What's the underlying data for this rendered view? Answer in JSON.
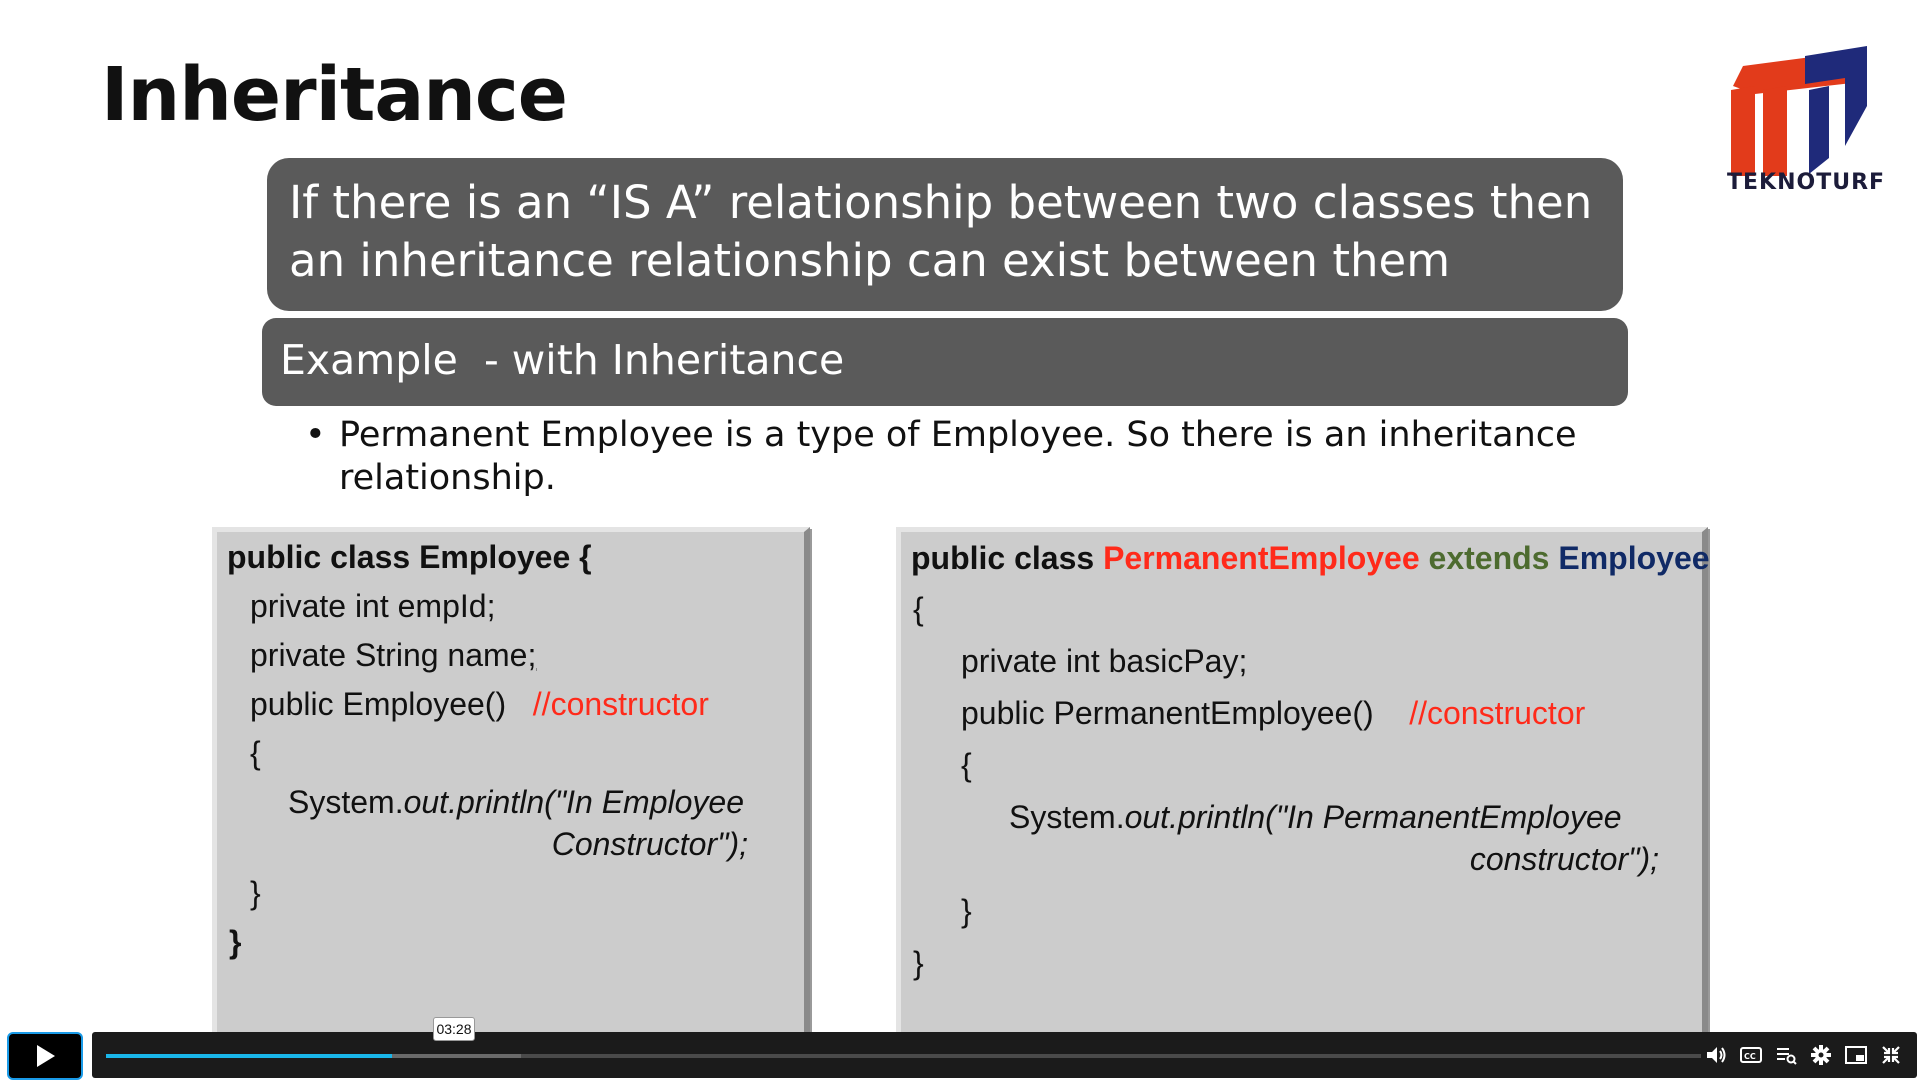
{
  "slide": {
    "title": "Inheritance",
    "logo_text": "TEKNOTURF",
    "definition_line1": "If there is an “IS A” relationship between two classes then",
    "definition_line2": "an inheritance relationship can exist between them",
    "example_heading": "Example  - with Inheritance",
    "bullet_line1": "Permanent Employee is a type of Employee.  So there is an inheritance",
    "bullet_line2": "relationship."
  },
  "code_left": {
    "line1": "public class Employee {",
    "line2_a": "private int empId",
    "line2_b": ";",
    "line3_a": "private String name",
    "line3_b": ";",
    "line4_code": "public Employee()",
    "line4_comment": "//constructor",
    "line5": "{",
    "line6_a": "System.",
    "line6_b": "out.println(\"In Employee",
    "line7": "Constructor\");",
    "line8": "}",
    "line9": "}"
  },
  "code_right": {
    "line1_a": "public class ",
    "line1_b": "PermanentEmployee",
    "line1_c": " extends ",
    "line1_d": "Employee",
    "line2": "{",
    "line3": "private int basicPay;",
    "line4_code": "public PermanentEmployee()",
    "line4_comment": "//constructor",
    "line5": "{",
    "line6_a": "System.",
    "line6_b": "out.println(\"In PermanentEmployee",
    "line7": "constructor\");",
    "line8": "}",
    "line9": "}"
  },
  "player": {
    "hover_time": "03:28",
    "progress": 0.179,
    "buffered": 0.26,
    "accent_color": "#1ab7ea",
    "icons": [
      "play-icon",
      "volume-icon",
      "captions-icon",
      "transcript-icon",
      "settings-icon",
      "picture-in-picture-icon",
      "fullscreen-exit-icon"
    ]
  }
}
